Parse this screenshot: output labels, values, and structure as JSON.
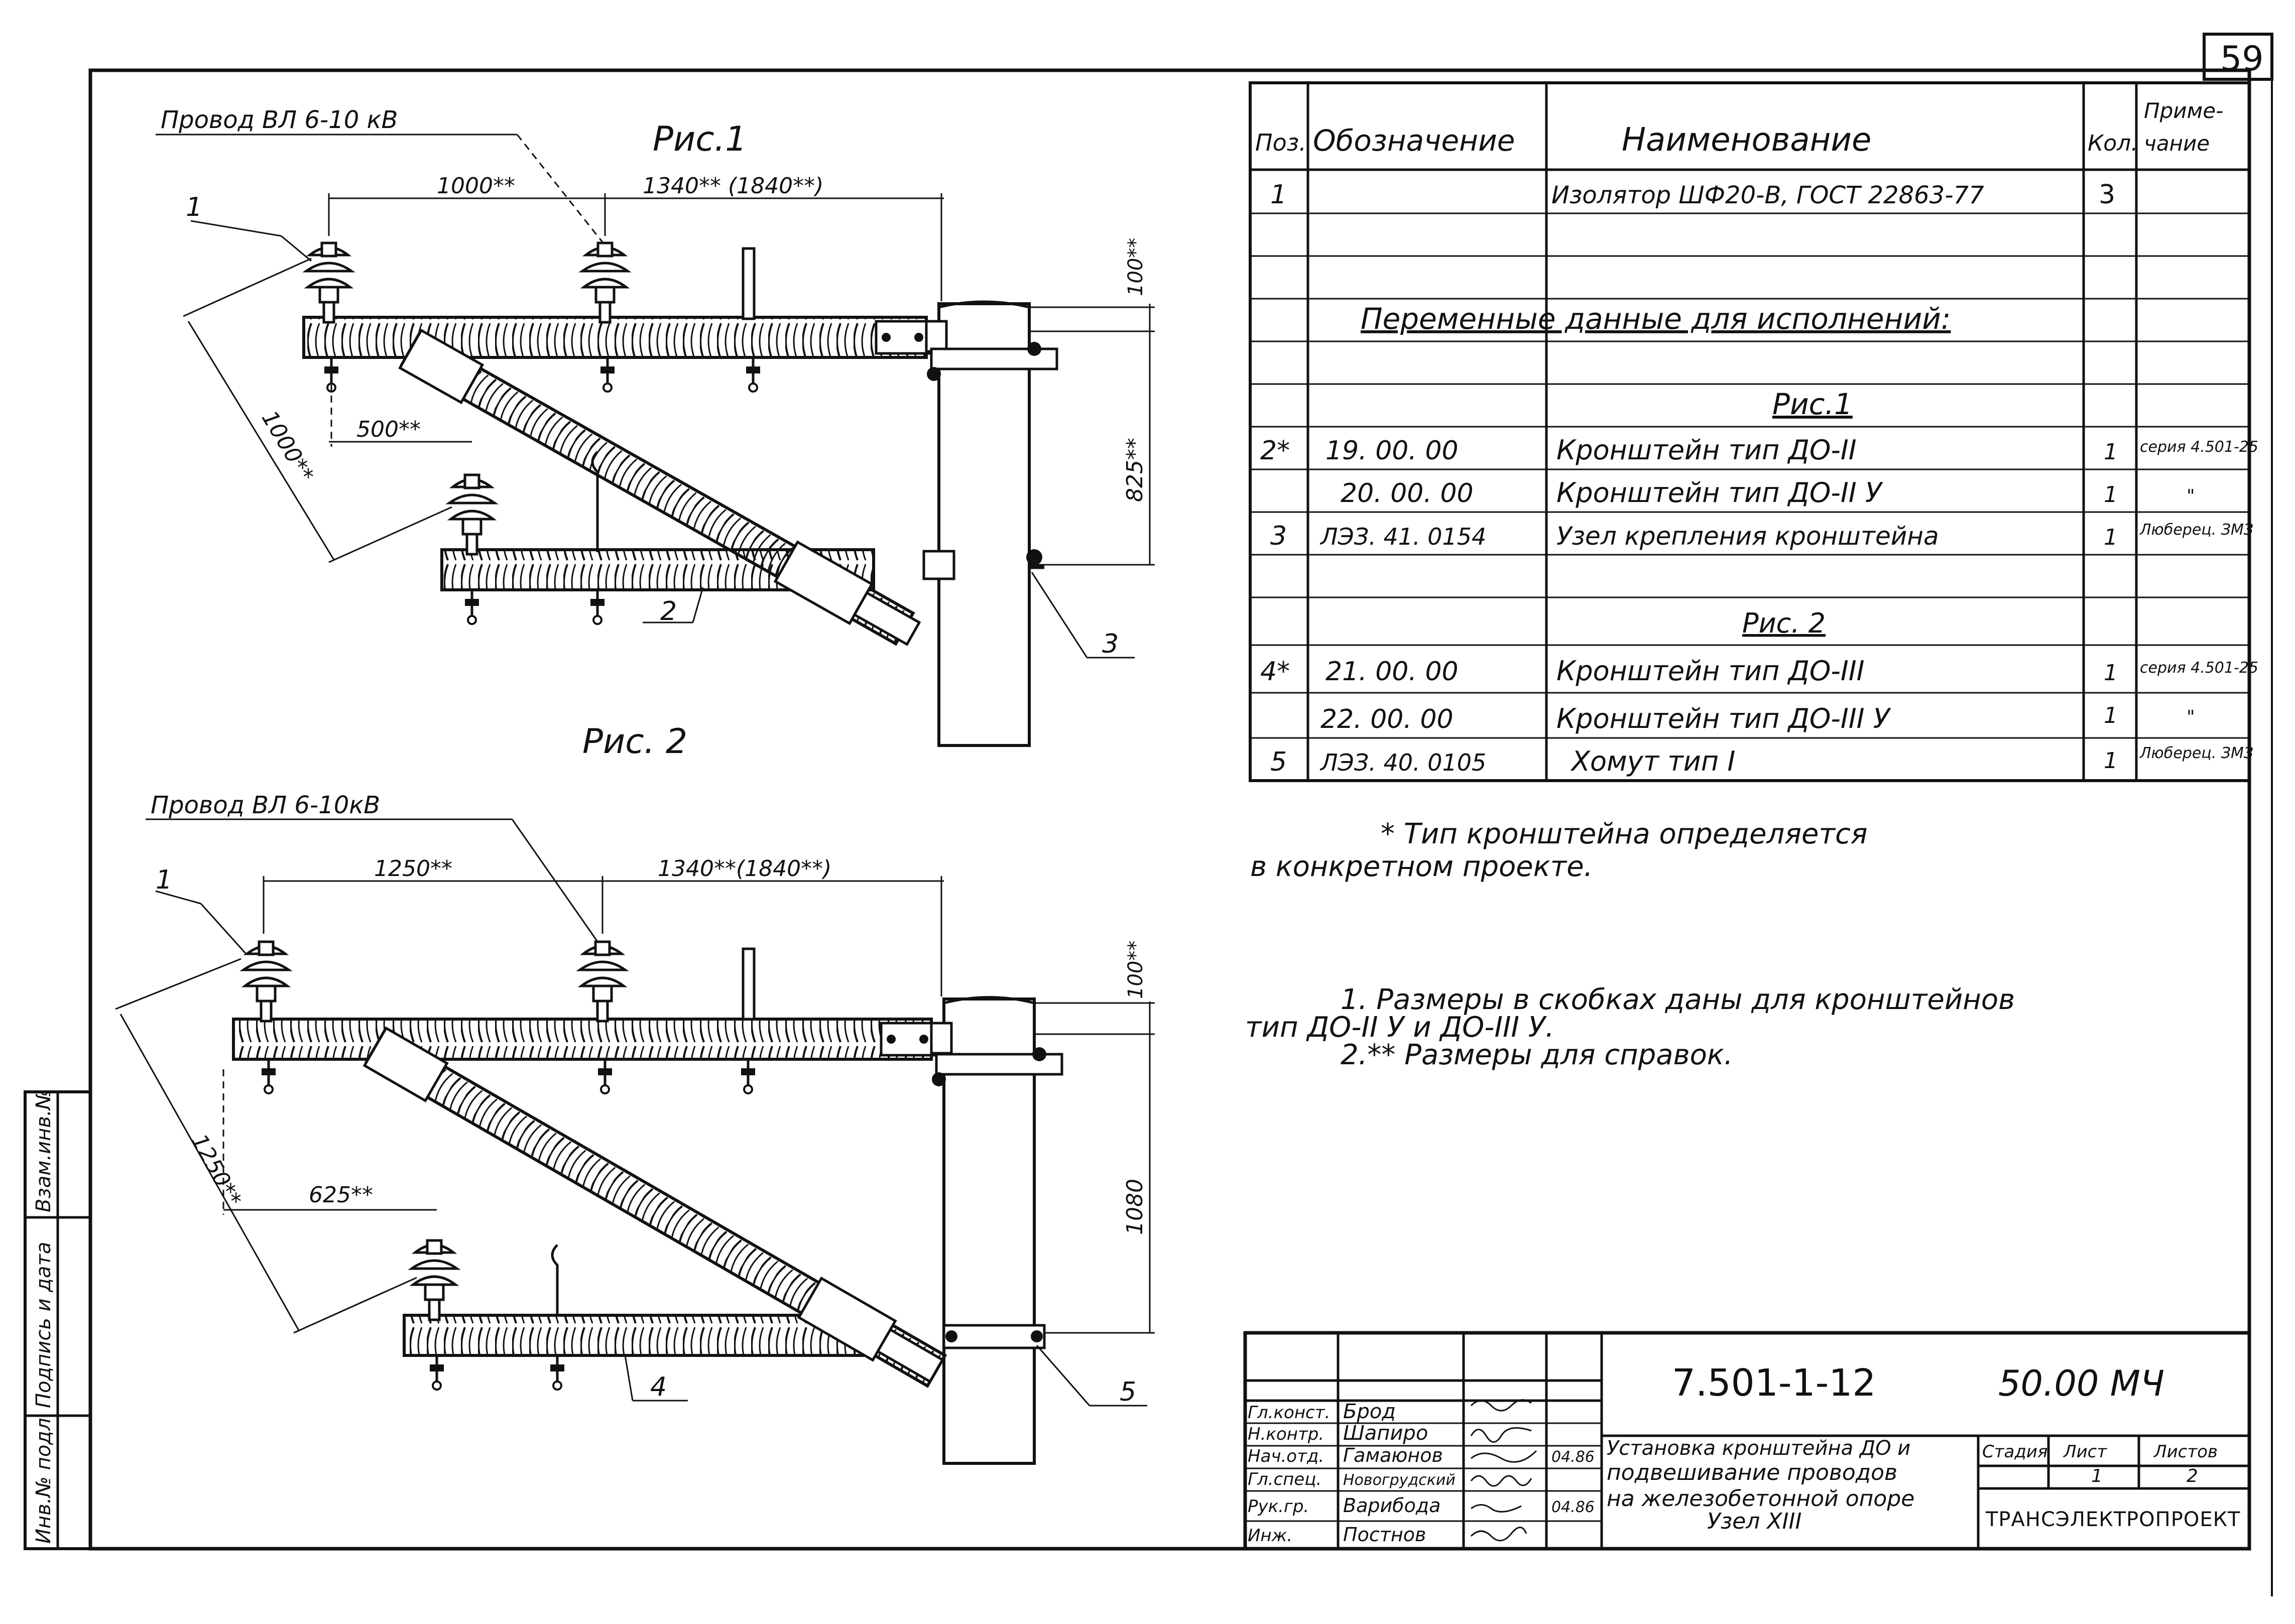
{
  "sheet_number": "59",
  "fig1": {
    "title": "Рис.1",
    "wire_label": "Провод ВЛ 6-10 кВ",
    "dim_top_left": "1000**",
    "dim_top_right": "1340** (1840**)",
    "dim_right_top": "100**",
    "dim_right_main": "825**",
    "dim_diag": "1000**",
    "dim_low": "500**",
    "pos_1": "1",
    "pos_2": "2",
    "pos_3": "3"
  },
  "fig2": {
    "title": "Рис. 2",
    "wire_label": "Провод ВЛ 6-10кВ",
    "dim_top_left": "1250**",
    "dim_top_right": "1340**(1840**)",
    "dim_right_top": "100**",
    "dim_right_main": "1080",
    "dim_diag": "1250**",
    "dim_low": "625**",
    "pos_1": "1",
    "pos_4": "4",
    "pos_5": "5"
  },
  "spec_table": {
    "headers": [
      "Поз.",
      "Обозначение",
      "Наименование",
      "Кол.",
      "Приме-",
      "чание"
    ],
    "rows": [
      {
        "pos": "1",
        "code": "",
        "name": "Изолятор ШФ20-В, ГОСТ 22863-77",
        "qty": "3",
        "note": ""
      },
      {
        "pos": "",
        "code": "",
        "name": "",
        "qty": "",
        "note": ""
      },
      {
        "pos": "",
        "code": "",
        "name": "",
        "qty": "",
        "note": ""
      },
      {
        "section": "Переменные данные для исполнений:"
      },
      {
        "pos": "",
        "code": "",
        "name": "",
        "qty": "",
        "note": ""
      },
      {
        "section": "Рис.1"
      },
      {
        "pos": "2*",
        "code": "19. 00. 00",
        "name": "Кронштейн  тип  ДО-II",
        "qty": "1",
        "note": "серия 4.501-25"
      },
      {
        "pos": "",
        "code": "20. 00. 00",
        "name": "Кронштейн  тип  ДО-II У",
        "qty": "1",
        "note": "\""
      },
      {
        "pos": "3",
        "code": "ЛЭЗ. 41. 0154",
        "name": "Узел крепления кронштейна",
        "qty": "1",
        "note": "Люберец. ЗМЗ"
      },
      {
        "pos": "",
        "code": "",
        "name": "",
        "qty": "",
        "note": ""
      },
      {
        "section": "Рис. 2"
      },
      {
        "pos": "4*",
        "code": "21. 00. 00",
        "name": "Кронштейн  тип  ДО-III",
        "qty": "1",
        "note": "серия 4.501-25"
      },
      {
        "pos": "",
        "code": "22. 00. 00",
        "name": "Кронштейн  тип  ДО-III У",
        "qty": "1",
        "note": "\""
      },
      {
        "pos": "5",
        "code": "ЛЭЗ. 40. 0105",
        "name": "Хомут тип I",
        "qty": "1",
        "note": "Люберец. ЗМЗ"
      }
    ]
  },
  "notes": {
    "star_line1": "* Тип  кронштейна   определяется",
    "star_line2": "в  конкретном  проекте.",
    "n1_line1": "1. Размеры в скобках даны для кронштейнов",
    "n1_line2": "тип  ДО-II У  и ДО-III У.",
    "n2": "2.** Размеры для справок."
  },
  "title_block": {
    "doc_number": "7.501-1-12",
    "doc_code": "50.00 МЧ",
    "roles": [
      "Гл.конст.",
      "Н.контр.",
      "Нач.отд.",
      "Гл.спец.",
      "Рук.гр.",
      "Инж."
    ],
    "names": [
      "Брод",
      "Шапиро",
      "Гамаюнов",
      "Новогрудский",
      "Варибода",
      "Постнов"
    ],
    "dates": [
      "",
      "",
      "04.86",
      "",
      "04.86",
      ""
    ],
    "title_line1": "Установка кронштейна ДО и",
    "title_line2": "подвешивание проводов",
    "title_line3": "на железобетонной опоре",
    "title_line4": "Узел XIII",
    "stage_label": "Стадия",
    "sheet_label": "Лист",
    "sheets_label": "Листов",
    "sheet_value": "1",
    "sheets_value": "2",
    "organization": "ТРАНСЭЛЕКТРОПРОЕКТ"
  },
  "side_stamp": {
    "labels": [
      "Инв.№ подл.",
      "Подпись и дата",
      "Взам.инв.№"
    ]
  }
}
